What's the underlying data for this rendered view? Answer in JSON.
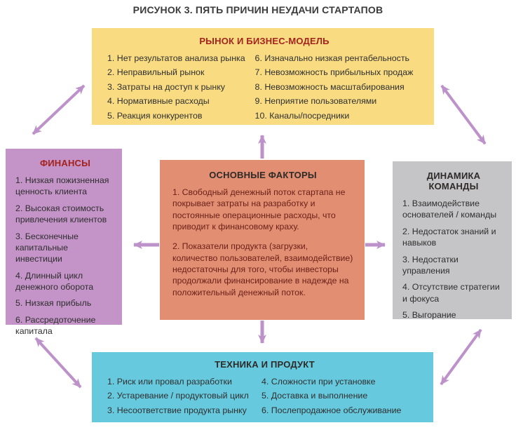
{
  "title": "РИСУНОК 3. ПЯТЬ ПРИЧИН НЕУДАЧИ СТАРТАПОВ",
  "colors": {
    "box_market": "#f9dc82",
    "box_finance": "#c493c8",
    "box_core": "#e28e72",
    "box_team": "#c5c5c7",
    "box_tech": "#67c9de",
    "arrow": "#bd92ca",
    "header_red": "#a3231d",
    "core_text": "#6b211a"
  },
  "boxes": {
    "market": {
      "title": "РЫНОК И БИЗНЕС-МОДЕЛЬ",
      "items_left": [
        "1. Нет результатов анализа рынка",
        "2. Неправильный рынок",
        "3. Затраты на доступ к рынку",
        "4. Нормативные расходы",
        "5. Реакция конкурентов"
      ],
      "items_right": [
        "6. Изначально низкая рентабельность",
        "7. Невозможность прибыльных продаж",
        "8. Невозможность масштабирования",
        "9. Неприятие пользователями",
        "10. Каналы/посредники"
      ]
    },
    "finance": {
      "title": "ФИНАНСЫ",
      "items": [
        "1. Низкая пожизненная ценность клиента",
        "2. Высокая стоимость привлечения клиентов",
        "3. Бесконечные капитальные инвестиции",
        "4. Длинный цикл денежного оборота",
        "5. Низкая прибыль",
        "6. Рассредоточение капитала"
      ]
    },
    "core": {
      "title": "ОСНОВНЫЕ ФАКТОРЫ",
      "paragraphs": [
        "1. Свободный денежный поток стартапа не покрывает затраты на разработку и постоянные операционные расходы, что приводит к финансовому краху.",
        "2. Показатели продукта (загрузки, количество пользователей, взаимодействие) недостаточны для того, чтобы инвесторы продолжали финансирование в надежде на положительный денежный поток."
      ]
    },
    "team": {
      "title": "ДИНАМИКА КОМАНДЫ",
      "items": [
        "1. Взаимодействие основателей / команды",
        "2. Недостаток знаний и навыков",
        "3. Недостатки управления",
        "4. Отсутствие стратегии и фокуса",
        "5. Выгорание"
      ]
    },
    "tech": {
      "title": "ТЕХНИКА И ПРОДУКТ",
      "items_left": [
        "1. Риск или провал разработки",
        "2. Устаревание / продуктовый цикл",
        "3. Несоответствие продукта рынку"
      ],
      "items_right": [
        "4. Сложности при установке",
        "5. Доставка и выполнение",
        "6. Послепродажное обслуживание"
      ]
    }
  },
  "arrows": {
    "core_to_market": "single-up",
    "core_to_finance": "single-left",
    "core_to_team": "single-right",
    "core_to_tech": "single-down",
    "finance_market": "double-diagonal",
    "market_team": "double-diagonal",
    "finance_tech": "double-diagonal",
    "team_tech": "double-diagonal"
  }
}
